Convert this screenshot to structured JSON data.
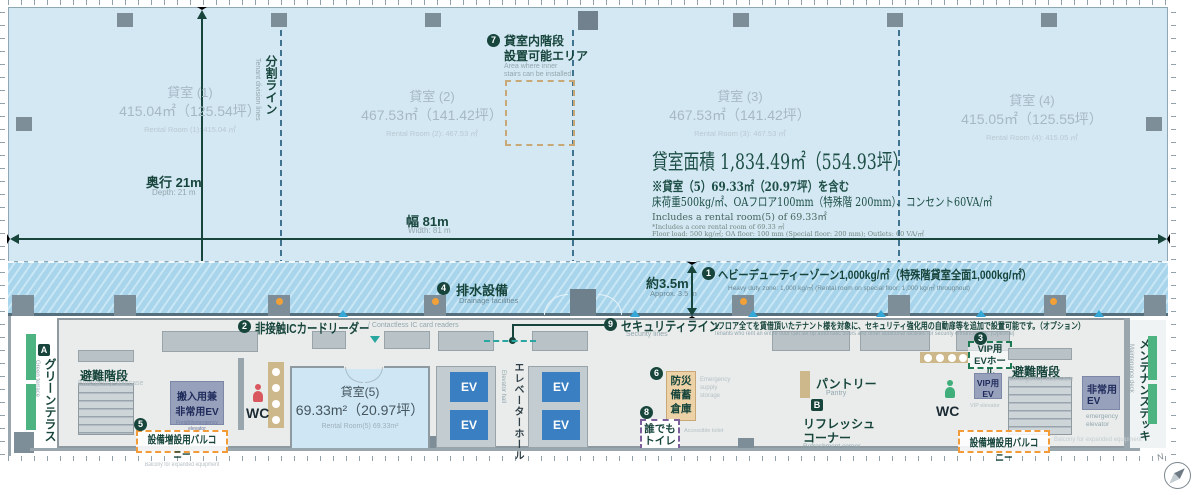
{
  "rooms": [
    {
      "jp": "貸室 (1)",
      "area": "415.04㎡（125.54坪）",
      "en": "Rental Room (1): 415.04 ㎡"
    },
    {
      "jp": "貸室 (2)",
      "area": "467.53㎡（141.42坪）",
      "en": "Rental Room (2): 467.53 ㎡"
    },
    {
      "jp": "貸室 (3)",
      "area": "467.53㎡（141.42坪）",
      "en": "Rental Room (3): 467.53 ㎡"
    },
    {
      "jp": "貸室 (4)",
      "area": "415.05㎡（125.55坪）",
      "en": "Rental Room (4): 415.05 ㎡"
    }
  ],
  "room5": {
    "jp": "貸室(5)",
    "area": "69.33m²（20.97坪）",
    "en": "Rental Room(5) 69.33m²"
  },
  "title": {
    "main": "貸室面積 1,834.49㎡（554.93坪）",
    "note": "※貸室（5）69.33㎡（20.97坪）を含む",
    "spec": "床荷重500kg/㎡、OAフロア100mm（特殊階 200mm）、コンセント60VA/㎡",
    "en": "Includes a rental room(5) of 69.33㎡",
    "small1": "*Includes a core rental room of 69.33 ㎡",
    "small2": "Floor load: 500 kg/㎡; OA floor: 100 mm (Special floor: 200 mm); Outlets: 60 VA/㎡"
  },
  "dims": {
    "width_jp": "幅 81m",
    "width_en": "Width: 81 m",
    "depth_jp": "奥行 21m",
    "depth_en": "Depth: 21 m",
    "ceiling_jp": "約3.5m",
    "ceiling_en": "Approx. 3.5 m"
  },
  "division": {
    "jp": "分割ライン",
    "en": "Tenant division lines"
  },
  "notes": {
    "heavy": {
      "num": "1",
      "jp": "ヘビーデューティーゾーン1,000kg/㎡（特殊階貸室全面1,000kg/㎡）",
      "en": "Heavy duty zone: 1,000 kg/㎡ (Rental room on special floor: 1,000 kg/㎡ throughout)"
    },
    "ic": {
      "num": "2",
      "jp": "非接触ICカードリーダー",
      "en": "/ Contactless IC card readers"
    },
    "vip": {
      "num": "3",
      "jp1": "VIP用",
      "jp2": "EVホール"
    },
    "drain": {
      "num": "4",
      "jp": "排水設備",
      "en": "Drainage facilities"
    },
    "balcony_left": {
      "num": "5",
      "jp": "設備増設用バルコニー",
      "en": "Balcony for expanded equipment"
    },
    "storage": {
      "num": "6",
      "jp1": "防災",
      "jp2": "備蓄",
      "jp3": "倉庫",
      "en1": "Emergency",
      "en2": "supply",
      "en3": "storage"
    },
    "stairs_area": {
      "num": "7",
      "jp1": "貸室内階段",
      "jp2": "設置可能エリア",
      "en1": "Area where inner",
      "en2": "stairs can be installed"
    },
    "toilet": {
      "num": "8",
      "jp1": "誰でも",
      "jp2": "トイレ",
      "en": "Accessible toilet"
    },
    "security": {
      "num": "9",
      "jp": "セキュリティライン",
      "en": "Security lines",
      "note_jp": "1フロア全てを賃借頂いたテナント様を対象に、セキュリティ強化用の自動扉等を追加で設置可能です。（オプション）",
      "note_en": "Tenants who rent an entire floor can set up automatic doors and other additional facilities for security enhancement. (Optional)"
    },
    "balcony_right": {
      "jp": "設備増設用バルコニー",
      "en": "Balcony for expanded equipment"
    }
  },
  "facilities": {
    "green_terrace": {
      "badge": "A",
      "jp": "グリーンテラス",
      "en": "Green terrace"
    },
    "refresh": {
      "badge": "B",
      "jp1": "リフレッシュ",
      "jp2": "コーナー",
      "en": "Refreshment corner"
    },
    "pantry": {
      "jp": "パントリー",
      "en": "Pantry"
    },
    "stairs": {
      "jp": "避難階段",
      "en": "Emergency staircase"
    },
    "freight_ev": {
      "jp1": "搬入用兼",
      "jp2": "非常用EV",
      "en": "Freight/emergency elevator"
    },
    "emergency_ev": {
      "jp1": "非常用",
      "jp2": "EV",
      "en1": "emergency",
      "en2": "elevator"
    },
    "vip_ev": {
      "jp1": "VIP用",
      "jp2": "EV",
      "en": "VIP elevator"
    },
    "hall": {
      "jp": "エレベーターホール",
      "en": "Elevator hall"
    },
    "deck": {
      "jp": "メンテナンスデッキ",
      "en": "Maintenance deck"
    },
    "wc": "WC",
    "ev": "EV"
  },
  "compass": {
    "n": "N"
  },
  "colors": {
    "accent_green": "#17453c",
    "orange": "#f29b38",
    "purple": "#7e5f9e",
    "ev_blue": "#3a7fc1",
    "terrace_green": "#4db381",
    "light_blue": "#d4e8f4",
    "band_blue": "#a8d5ec",
    "slate": "#97a1bc",
    "tan": "#cdb88b"
  }
}
